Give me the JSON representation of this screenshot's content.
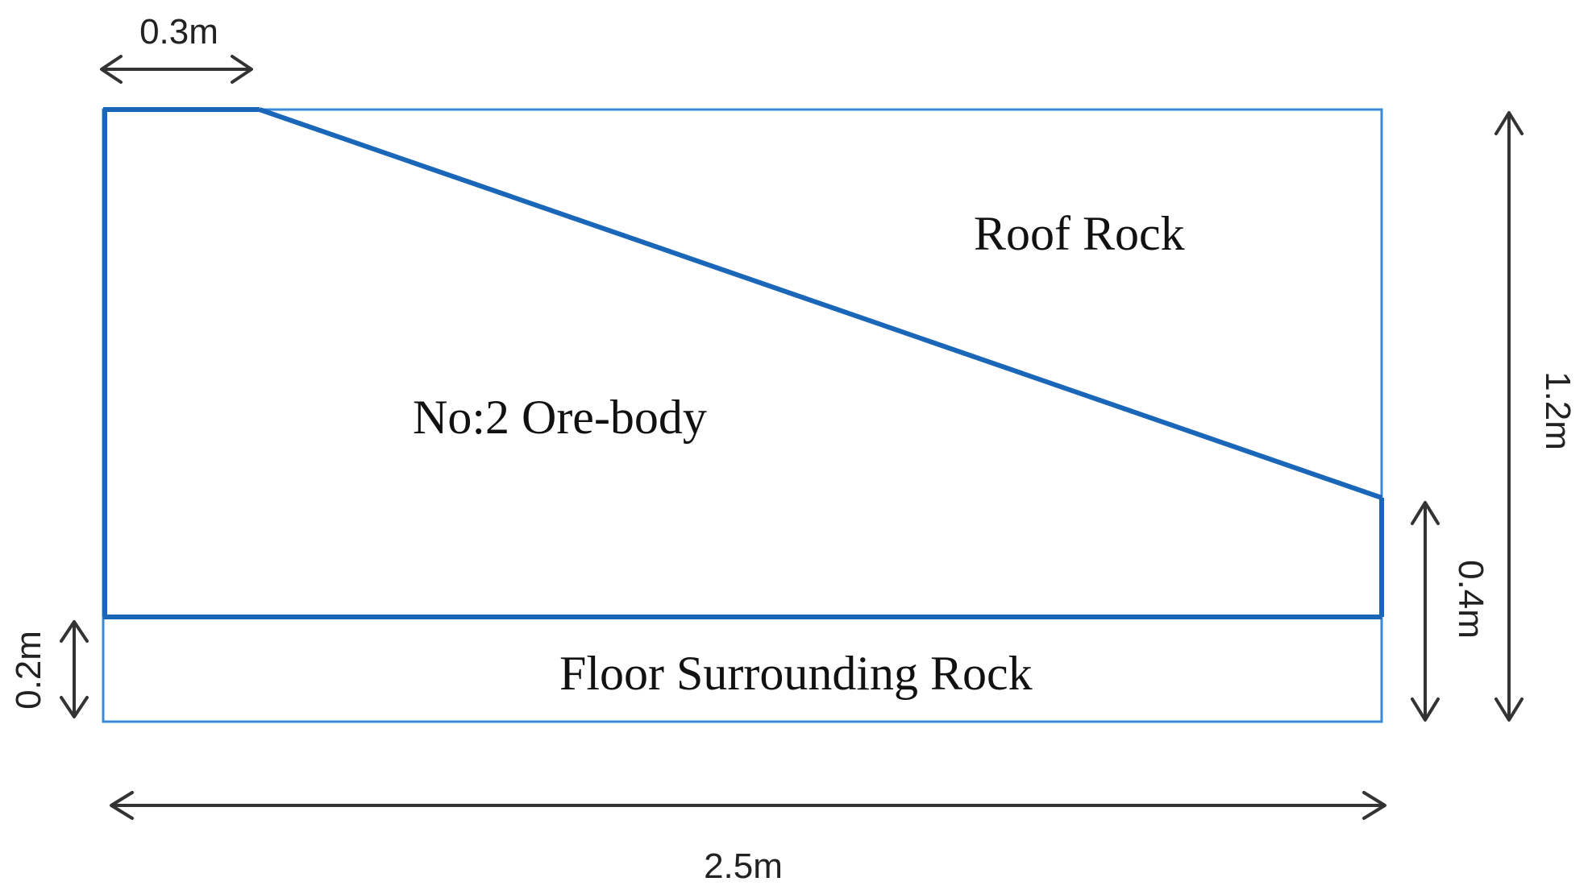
{
  "colors": {
    "boundary": "#1f6fbf",
    "thick_boundary": "#1a66b8",
    "arrow": "#333333",
    "text": "#111111"
  },
  "labels": {
    "roof_rock": "Roof Rock",
    "ore_body": "No:2 Ore-body",
    "floor_rock": "Floor Surrounding Rock"
  },
  "dimensions": {
    "top_width": "0.3m",
    "total_width": "2.5m",
    "total_height": "1.2m",
    "right_ore_height": "0.4m",
    "floor_height": "0.2m"
  }
}
